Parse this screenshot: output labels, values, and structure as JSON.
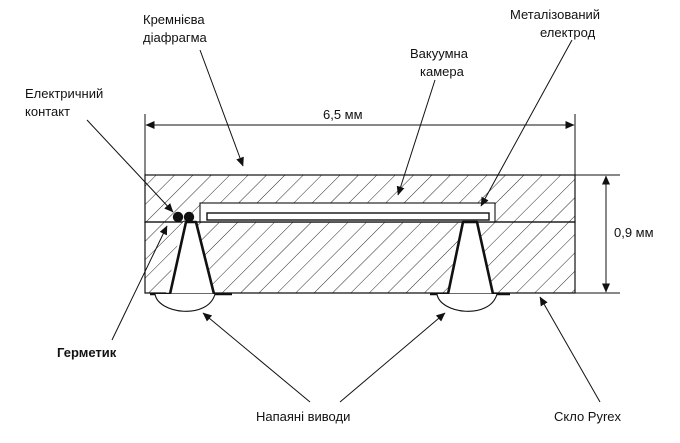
{
  "labels": {
    "diaphragm_1": "Кремнієва",
    "diaphragm_2": "діафрагма",
    "electrode_1": "Металізований",
    "electrode_2": "електрод",
    "vacuum_1": "Вакуумна",
    "vacuum_2": "камера",
    "contact_1": "Електричний",
    "contact_2": "контакт",
    "width": "6,5  мм",
    "thickness": "0,9 мм",
    "sealant": "Герметик",
    "leads": "Напаяні виводи",
    "glass": "Скло Pyrex"
  }
}
